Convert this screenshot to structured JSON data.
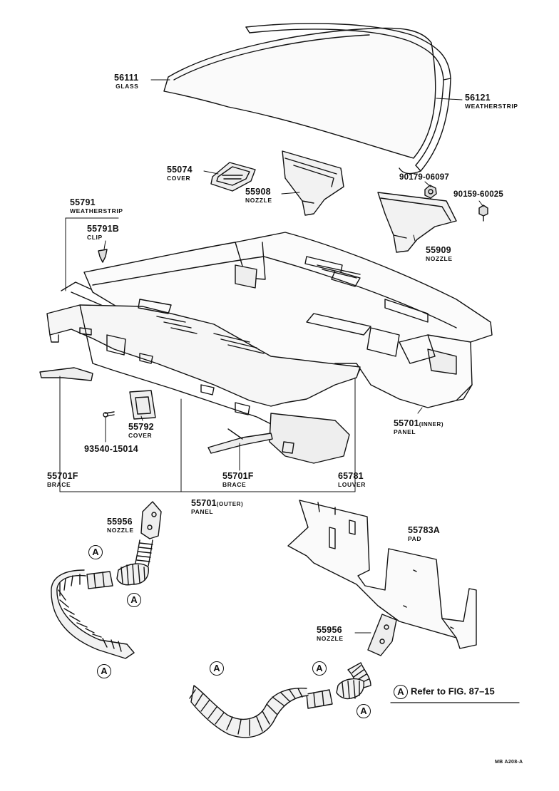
{
  "parts": [
    {
      "id": "p56111",
      "number": "56111",
      "name": "GLASS"
    },
    {
      "id": "p56121",
      "number": "56121",
      "name": "WEATHERSTRIP"
    },
    {
      "id": "p55074",
      "number": "55074",
      "name": "COVER"
    },
    {
      "id": "p55908",
      "number": "55908",
      "name": "NOZZLE"
    },
    {
      "id": "p90179",
      "number": "90179-06097",
      "name": ""
    },
    {
      "id": "p90159",
      "number": "90159-60025",
      "name": ""
    },
    {
      "id": "p55791",
      "number": "55791",
      "name": "WEATHERSTRIP"
    },
    {
      "id": "p55791b",
      "number": "55791B",
      "name": "CLIP"
    },
    {
      "id": "p55909",
      "number": "55909",
      "name": "NOZZLE"
    },
    {
      "id": "p55701i",
      "number": "55701",
      "suffix": "(INNER)",
      "name": "PANEL"
    },
    {
      "id": "p55792",
      "number": "55792",
      "name": "COVER"
    },
    {
      "id": "p93540",
      "number": "93540-15014",
      "name": ""
    },
    {
      "id": "p55701f_l",
      "number": "55701F",
      "name": "BRACE"
    },
    {
      "id": "p55701f_r",
      "number": "55701F",
      "name": "BRACE"
    },
    {
      "id": "p65781",
      "number": "65781",
      "name": "LOUVER"
    },
    {
      "id": "p55701o",
      "number": "55701",
      "suffix": "(OUTER)",
      "name": "PANEL"
    },
    {
      "id": "p55956_l",
      "number": "55956",
      "name": "NOZZLE"
    },
    {
      "id": "p55783a",
      "number": "55783A",
      "name": "PAD"
    },
    {
      "id": "p55956_r",
      "number": "55956",
      "name": "NOZZLE"
    }
  ],
  "callout_letter": "A",
  "legend": {
    "letter": "A",
    "text": "Refer to FIG. 87–15"
  },
  "figure_code": "MB A208-A"
}
